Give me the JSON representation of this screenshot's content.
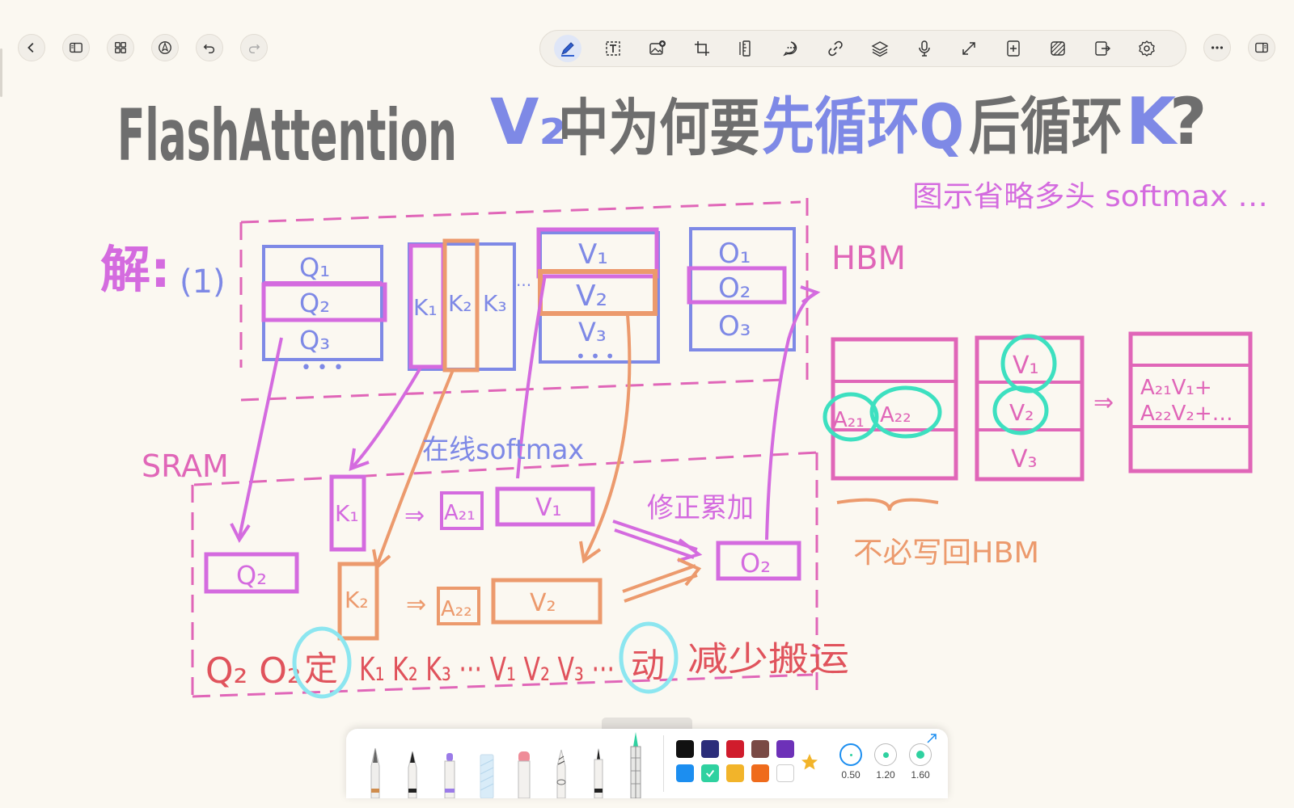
{
  "top_left_buttons": [
    {
      "name": "back-icon"
    },
    {
      "name": "sidebar-toggle-icon"
    },
    {
      "name": "grid-view-icon"
    },
    {
      "name": "pen-nib-icon"
    },
    {
      "name": "undo-icon"
    },
    {
      "name": "redo-icon"
    }
  ],
  "toolbar": {
    "items": [
      {
        "name": "pen-tool-icon",
        "active": true
      },
      {
        "name": "text-tool-icon"
      },
      {
        "name": "insert-image-icon"
      },
      {
        "name": "crop-icon"
      },
      {
        "name": "ruler-icon"
      },
      {
        "name": "comment-icon"
      },
      {
        "name": "link-icon"
      },
      {
        "name": "layers-icon"
      },
      {
        "name": "microphone-icon"
      },
      {
        "name": "expand-icon"
      },
      {
        "name": "add-page-icon"
      },
      {
        "name": "pattern-icon"
      },
      {
        "name": "export-icon"
      },
      {
        "name": "settings-icon"
      }
    ]
  },
  "top_right_buttons": [
    {
      "name": "more-icon"
    },
    {
      "name": "panel-toggle-icon"
    }
  ],
  "note": {
    "title_prefix": "FlashAttention",
    "title_v2": "V₂",
    "title_mid": "中为何要",
    "title_loopq": "先循环Q",
    "title_after": "后循环",
    "title_k": "K",
    "title_q": "?",
    "subtitle": "图示省略多头 softmax …",
    "answer_label": "解:",
    "answer_num": "(1)",
    "q_block": [
      "Q₁",
      "Q₂",
      "Q₃"
    ],
    "k_block": [
      "K₁",
      "K₂",
      "K₃"
    ],
    "v_block": [
      "V₁",
      "V₂",
      "V₃"
    ],
    "o_block": [
      "O₁",
      "O₂",
      "O₃"
    ],
    "hbm_label": "HBM",
    "sram_label": "SRAM",
    "online_softmax": "在线softmax",
    "sram_k1": "K₁",
    "sram_k2": "K₂",
    "sram_q2": "Q₂",
    "sram_a21": "A₂₁",
    "sram_a22": "A₂₂",
    "sram_v1": "V₁",
    "sram_v2": "V₂",
    "sram_o2": "O₂",
    "correction": "修正累加",
    "right_a21": "A₂₁",
    "right_a22": "A₂₂",
    "right_v": [
      "V₁",
      "V₂",
      "V₃"
    ],
    "right_result_1": "A₂₁V₁+",
    "right_result_2": "A₂₂V₂+…",
    "no_writeback": "不必写回HBM",
    "bottom_fixed_1": "Q₂ O₂",
    "bottom_fixed_2": "定",
    "bottom_moving_1": "K₁ K₂ K₃ ··· V₁ V₂ V₃ ···",
    "bottom_moving_2": "动",
    "bottom_reduce": "减少搬运"
  },
  "palette": {
    "tools": [
      {
        "name": "fountain-pen-icon"
      },
      {
        "name": "pencil-icon"
      },
      {
        "name": "marker-icon"
      },
      {
        "name": "highlighter-icon"
      },
      {
        "name": "eraser-icon"
      },
      {
        "name": "lasso-icon"
      },
      {
        "name": "fineliner-icon"
      },
      {
        "name": "brush-pen-icon"
      }
    ],
    "colors_row1": [
      "#111111",
      "#2b2d7a",
      "#d01c2c",
      "#7a4a45",
      "#6d31b8"
    ],
    "colors_row2": [
      "#1c8ef0",
      "#2fd1a0",
      "#f2b42a",
      "#ef6b1c",
      "#ffffff"
    ],
    "sizes": [
      {
        "label": "0.50",
        "selected": true
      },
      {
        "label": "1.20",
        "selected": false
      },
      {
        "label": "1.60",
        "selected": false
      }
    ]
  },
  "colors": {
    "gray": "#6e6e6e",
    "blue": "#7e89e6",
    "magenta": "#d46bdf",
    "pink": "#e066b8",
    "orange": "#ec9a6d",
    "red": "#e0535c",
    "teal": "#3de0c0",
    "cyan": "#8ce6f0"
  }
}
